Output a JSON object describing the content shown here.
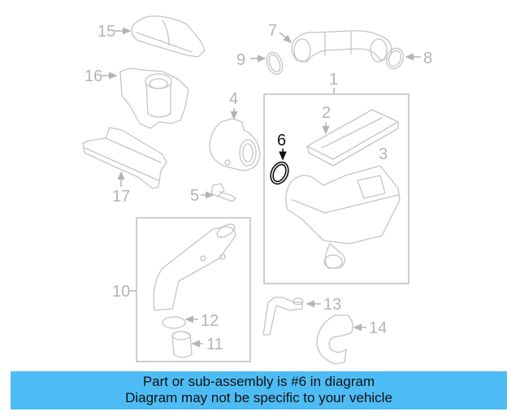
{
  "diagram": {
    "highlighted_part": "6",
    "callouts": {
      "c1": "1",
      "c2": "2",
      "c3": "3",
      "c4": "4",
      "c5": "5",
      "c6": "6",
      "c7": "7",
      "c8": "8",
      "c9": "9",
      "c10": "10",
      "c11": "11",
      "c12": "12",
      "c13": "13",
      "c14": "14",
      "c15": "15",
      "c16": "16",
      "c17": "17"
    },
    "colors": {
      "highlight": "#111111",
      "muted": "#b4b4b4",
      "banner": "#4ebcf4"
    }
  },
  "banner": {
    "line1": "Part or sub-assembly is #6 in diagram",
    "line2": "Diagram may not be specific to your vehicle"
  }
}
